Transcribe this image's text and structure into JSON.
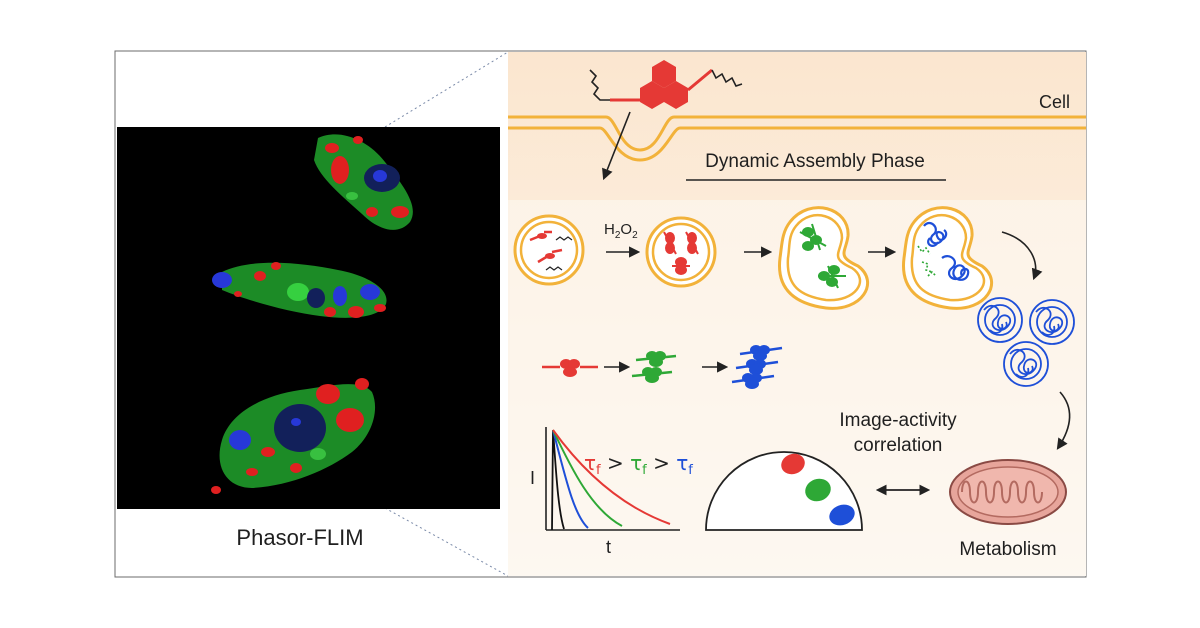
{
  "figure": {
    "left_panel": {
      "caption": "Phasor-FLIM"
    },
    "right_panel": {
      "cell_label": "Cell",
      "phase_title": "Dynamic Assembly Phase",
      "oxidant": {
        "main": "H",
        "sub1": "2",
        "mid": "O",
        "sub2": "2"
      },
      "correlation_label": [
        "Image-activity",
        "correlation"
      ],
      "metabolism_label": "Metabolism",
      "decay_plot": {
        "y_axis": "I",
        "x_axis": "t",
        "relation": [
          {
            "symbol": "τ",
            "sub": "f",
            "color": "#e53935"
          },
          {
            "op": ">"
          },
          {
            "symbol": "τ",
            "sub": "f",
            "color": "#2ea836"
          },
          {
            "op": ">"
          },
          {
            "symbol": "τ",
            "sub": "f",
            "color": "#1e4fd8"
          }
        ]
      }
    },
    "colors": {
      "red": "#e53935",
      "green": "#2ea836",
      "blue": "#1e4fd8",
      "membrane": "#f2b23a",
      "cell_bg": "#fbe8d4",
      "mito": "#e08f83"
    },
    "icons": [
      "cell-membrane-icon",
      "vesicle-icon",
      "mitochondrion-icon",
      "phasor-plot-icon",
      "double-arrow-icon"
    ]
  }
}
